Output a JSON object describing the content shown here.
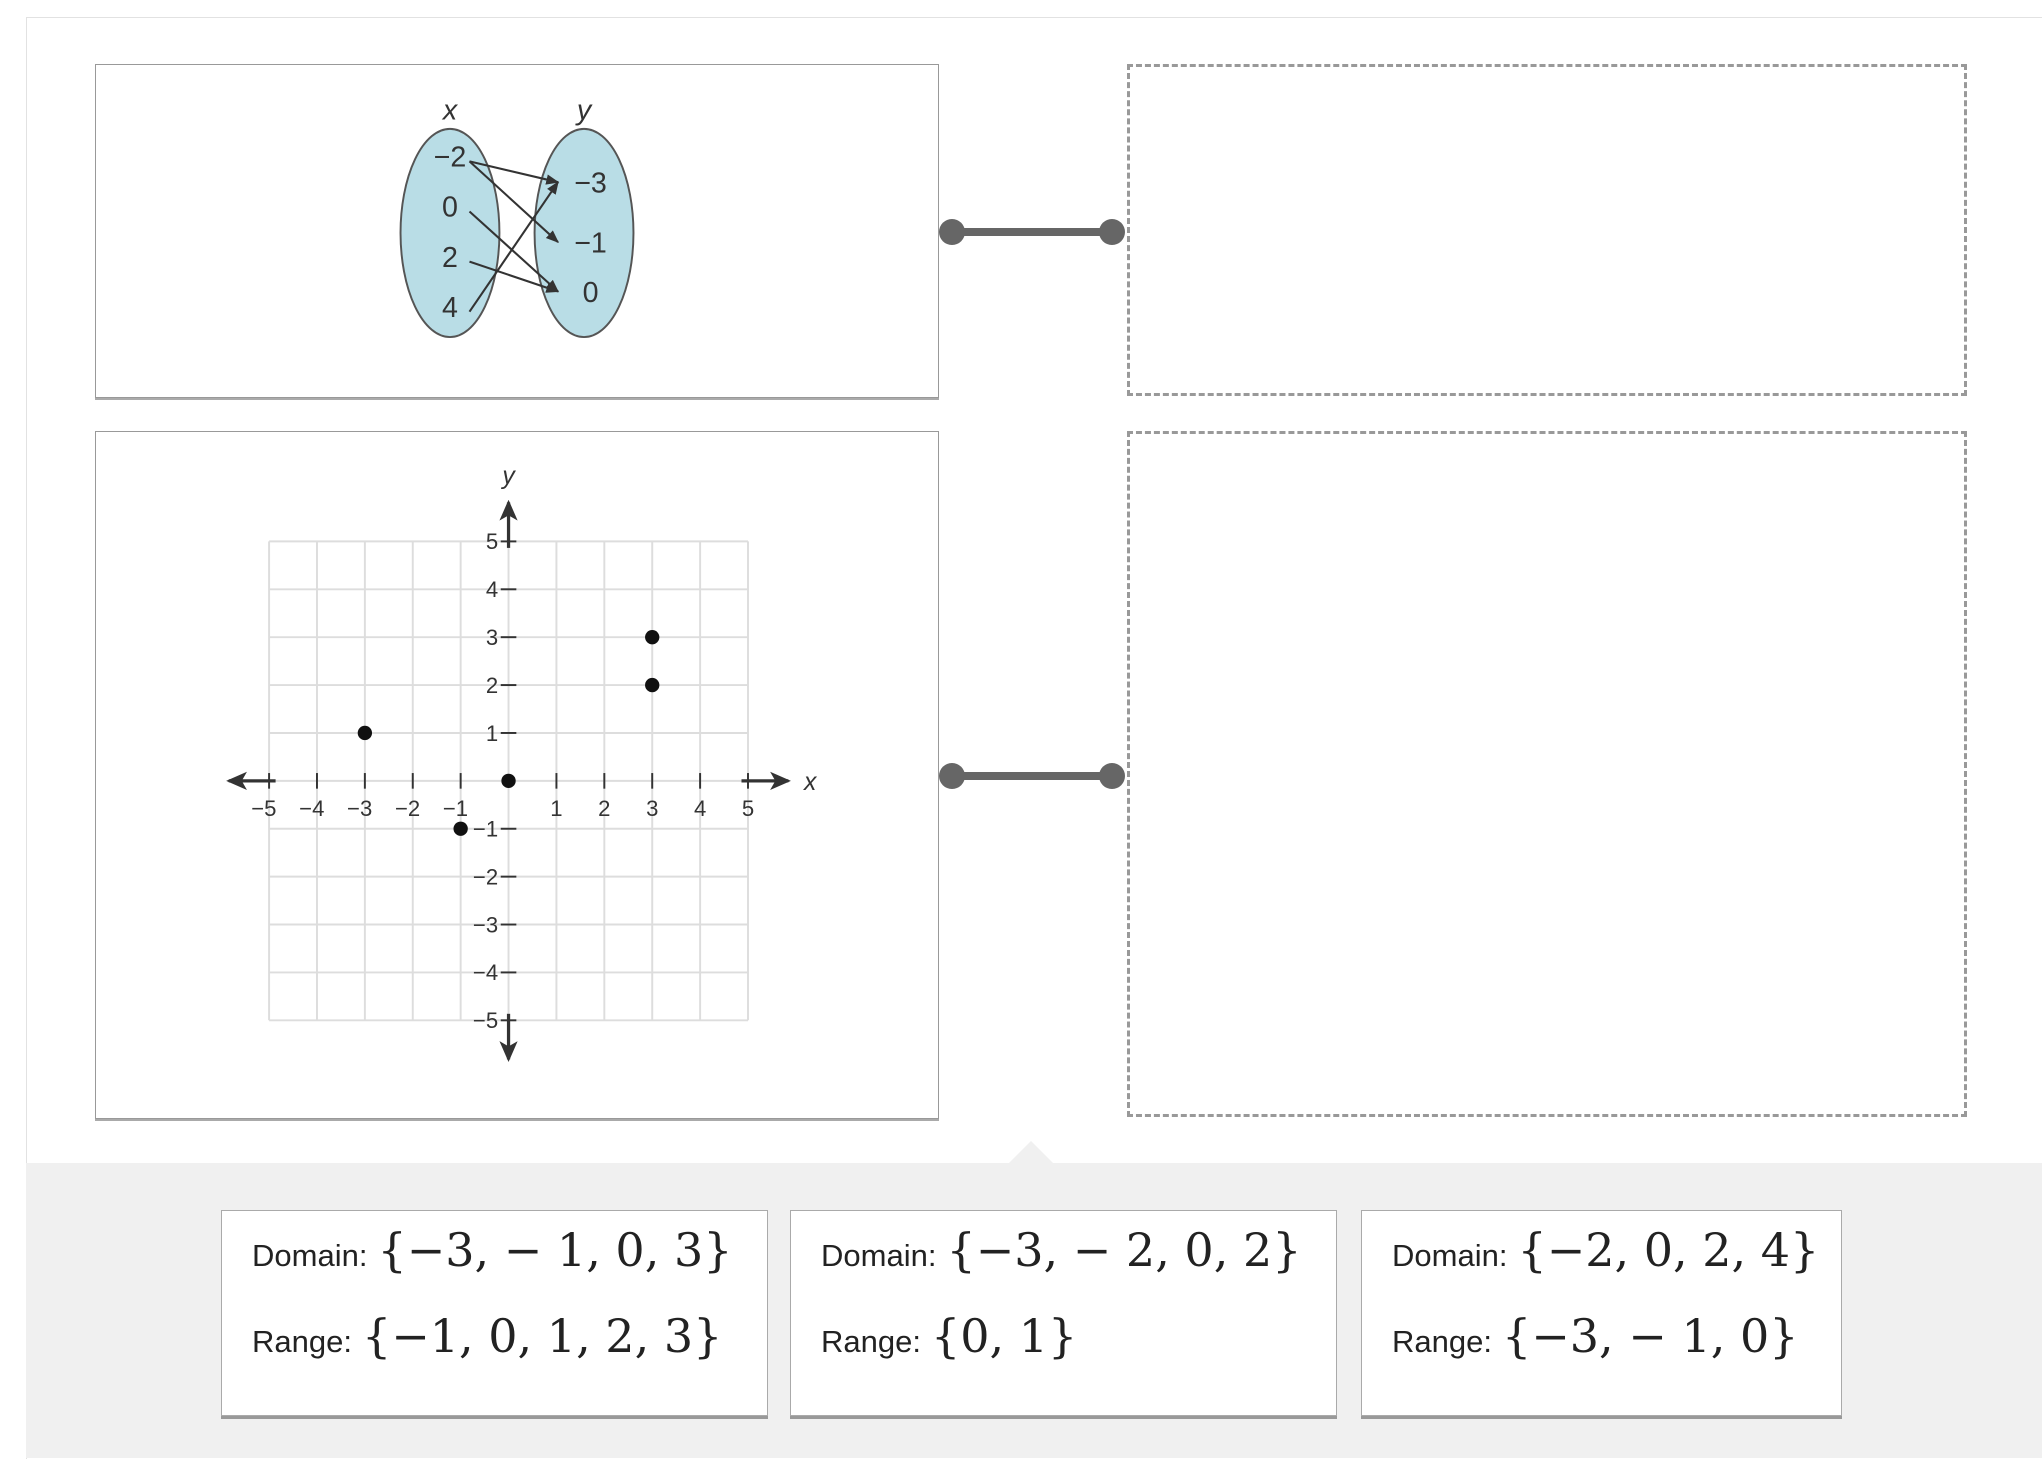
{
  "mapping": {
    "x_label": "x",
    "y_label": "y",
    "x_values": [
      "−2",
      "0",
      "2",
      "4"
    ],
    "y_values": [
      "−3",
      "−1",
      "0"
    ],
    "arrows": [
      [
        "−2",
        "−3"
      ],
      [
        "−2",
        "−1"
      ],
      [
        "0",
        "0"
      ],
      [
        "2",
        "0"
      ],
      [
        "4",
        "−3"
      ]
    ],
    "fill_color": "#b9dde6"
  },
  "chart_data": {
    "type": "scatter",
    "xlabel": "x",
    "ylabel": "y",
    "xlim": [
      -5,
      5
    ],
    "ylim": [
      -5,
      5
    ],
    "grid": true,
    "x_ticks": [
      "−5",
      "−4",
      "−3",
      "−2",
      "−1",
      "1",
      "2",
      "3",
      "4",
      "5"
    ],
    "y_ticks": [
      "5",
      "4",
      "3",
      "2",
      "1",
      "−1",
      "−2",
      "−3",
      "−4",
      "−5"
    ],
    "points": [
      [
        -3,
        1
      ],
      [
        -1,
        -1
      ],
      [
        0,
        0
      ],
      [
        3,
        2
      ],
      [
        3,
        3
      ]
    ]
  },
  "cards": [
    {
      "domain_label": "Domain:",
      "domain": "{−3,  − 1, 0, 3}",
      "range_label": "Range:",
      "range": "{−1, 0, 1, 2, 3}"
    },
    {
      "domain_label": "Domain:",
      "domain": "{−3,  − 2, 0, 2}",
      "range_label": "Range:",
      "range": "{0, 1}"
    },
    {
      "domain_label": "Domain:",
      "domain": "{−2, 0, 2, 4}",
      "range_label": "Range:",
      "range": "{−3,  − 1, 0}"
    }
  ]
}
